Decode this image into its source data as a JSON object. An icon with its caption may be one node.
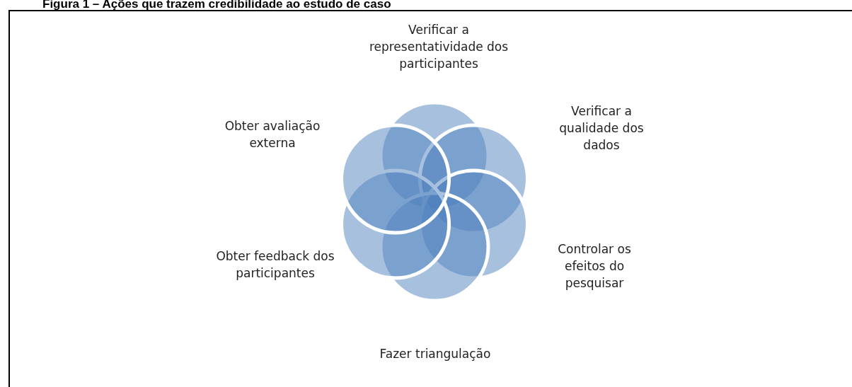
{
  "diagram": {
    "title": "Figura 1 – Ações que trazem credibilidade ao estudo de caso",
    "labels": [
      "Verificar a representatividade dos participantes",
      "Obter avaliação externa",
      "Verificar a qualidade dos dados",
      "Obter feedback dos participantes",
      "Controlar os efeitos do pesquisar",
      "Fazer triangulação"
    ]
  }
}
